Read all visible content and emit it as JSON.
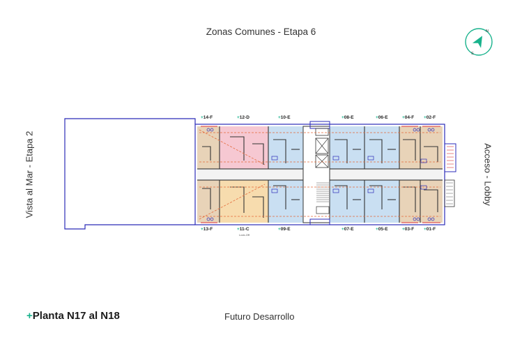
{
  "header": {
    "title": "Zonas Comunes - Etapa 6"
  },
  "footer": {
    "plan_plus": "+",
    "plan_title": "Planta N17 al N18",
    "future": "Futuro Desarrollo"
  },
  "sides": {
    "left": "Vista al Mar - Etapa 2",
    "right": "Acceso - Lobby"
  },
  "compass": {
    "north": "N",
    "south": "S"
  },
  "units_top": [
    {
      "plus": "+",
      "label": "14-F"
    },
    {
      "plus": "+",
      "label": "12-D"
    },
    {
      "plus": "+",
      "label": "10-E"
    },
    {
      "plus": "+",
      "label": "08-E"
    },
    {
      "plus": "+",
      "label": "06-E"
    },
    {
      "plus": "+",
      "label": "04-F"
    },
    {
      "plus": "+",
      "label": "02-F"
    }
  ],
  "units_bottom": [
    {
      "plus": "+",
      "label": "13-F"
    },
    {
      "plus": "+",
      "label": "11-C",
      "sub": "Lock-Off"
    },
    {
      "plus": "+",
      "label": "09-E"
    },
    {
      "plus": "+",
      "label": "07-E"
    },
    {
      "plus": "+",
      "label": "05-E"
    },
    {
      "plus": "+",
      "label": "03-F"
    },
    {
      "plus": "+",
      "label": "01-F"
    }
  ],
  "colors": {
    "accent": "#18b28c",
    "outline": "#2b2bb8",
    "unit_f": "#e8d3b8",
    "unit_d": "#f6c8d2",
    "unit_e": "#c9dff2",
    "unit_c": "#f7dcae",
    "corridor": "#f3f3f3",
    "dashes": "#e46a3a"
  }
}
